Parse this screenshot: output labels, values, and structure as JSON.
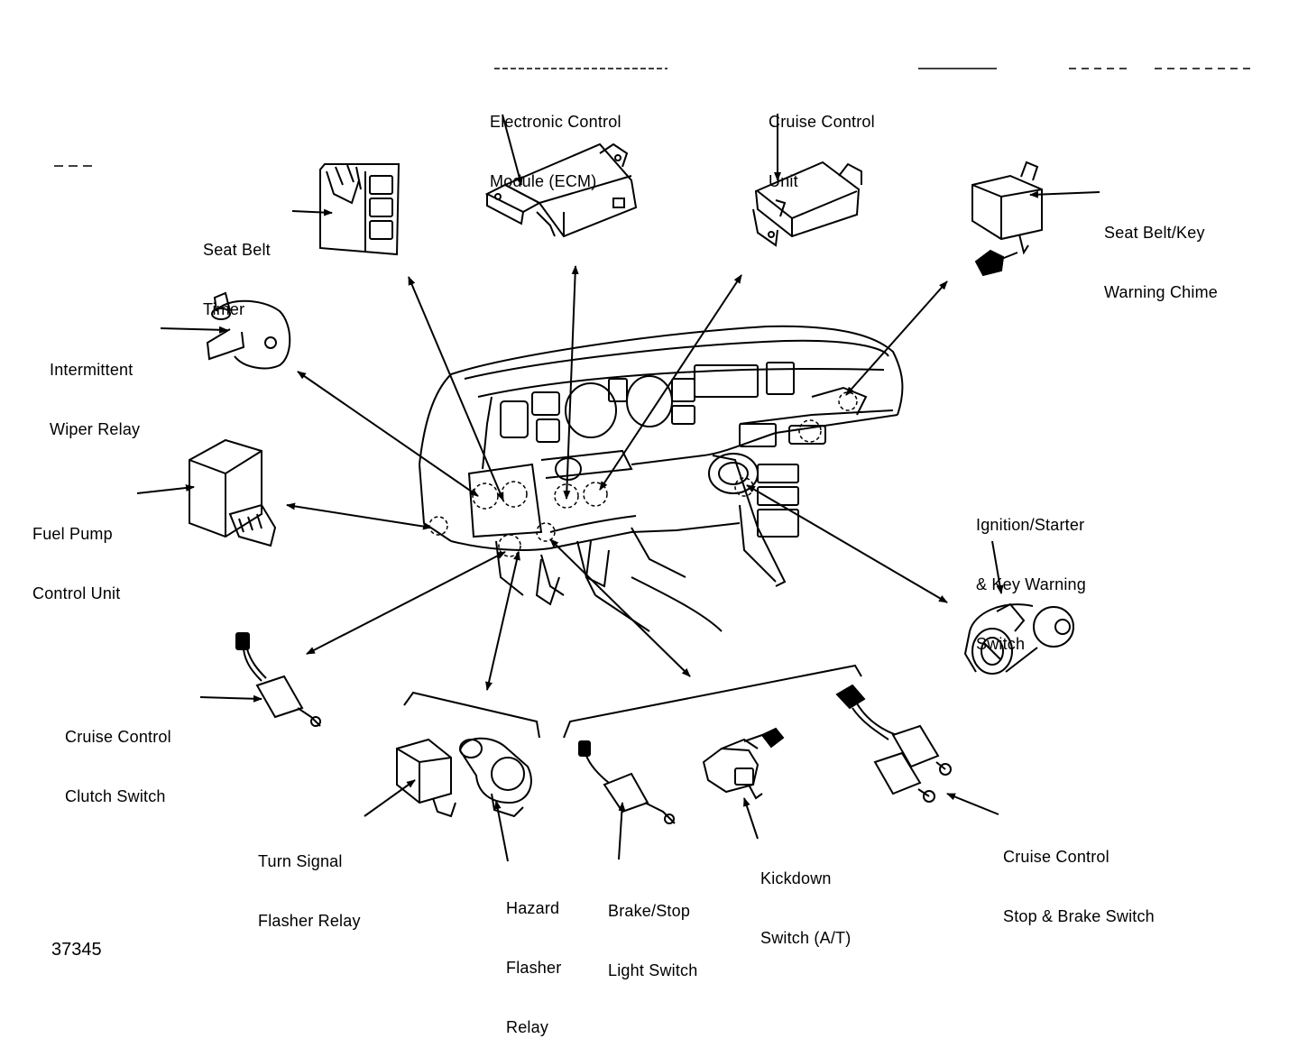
{
  "labels": {
    "ecm": [
      "Electronic Control",
      "Module (ECM)"
    ],
    "cruise_unit": [
      "Cruise Control",
      "Unit"
    ],
    "seat_belt_timer": [
      "Seat Belt",
      "Timer"
    ],
    "seat_belt_chime": [
      "Seat Belt/Key",
      "Warning Chime"
    ],
    "wiper_relay": [
      "Intermittent",
      "Wiper Relay"
    ],
    "fuel_pump": [
      "Fuel Pump",
      "Control Unit"
    ],
    "ignition_switch": [
      "Ignition/Starter",
      "& Key Warning",
      "Switch"
    ],
    "clutch_switch": [
      "Cruise Control",
      "Clutch Switch"
    ],
    "turn_signal": [
      "Turn Signal",
      "Flasher Relay"
    ],
    "hazard": [
      "Hazard",
      "Flasher",
      "Relay"
    ],
    "brake_light": [
      "Brake/Stop",
      "Light Switch"
    ],
    "kickdown": [
      "Kickdown",
      "Switch (A/T)"
    ],
    "stop_brake": [
      "Cruise Control",
      "Stop & Brake Switch"
    ]
  },
  "figure_number": "37345"
}
